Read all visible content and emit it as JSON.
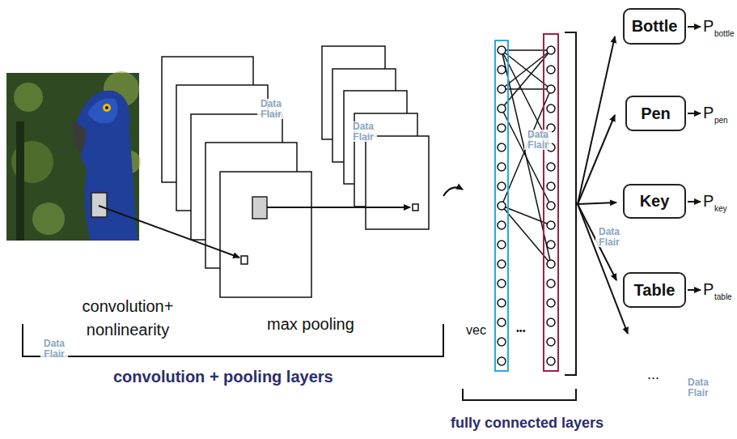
{
  "diagram": {
    "nodes": [
      {
        "text": [
          "Bottle"
        ]
      },
      {
        "text": [
          "Pen"
        ]
      },
      {
        "text": [
          "Key"
        ]
      },
      {
        "text": [
          "Table"
        ]
      }
    ],
    "labels": [
      "convolution+ nonlinearity",
      "max pooling",
      "convolution + pooling layers",
      "vec",
      "•••",
      "fully connected layers",
      "P",
      "bottle",
      "P",
      "pen",
      "P",
      "key",
      "P",
      "table",
      "...",
      "Data Flair",
      "Data Flair",
      "Data Flair",
      "Data Flair",
      "Data Flair",
      "Data Flair"
    ]
  }
}
